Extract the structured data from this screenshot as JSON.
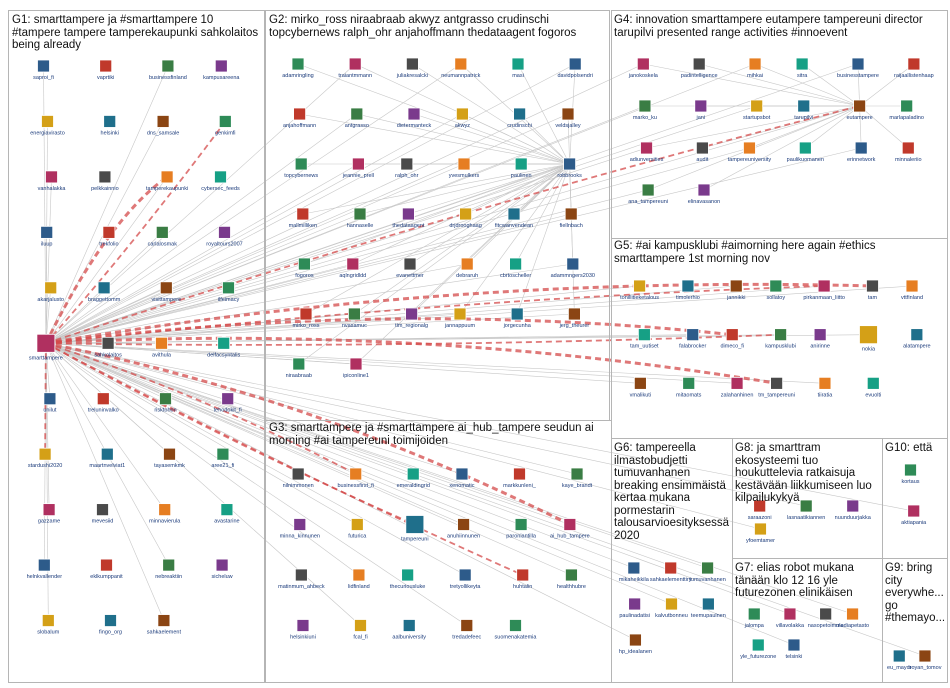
{
  "groups": [
    {
      "id": "G1",
      "title": "G1: smarttampere ja #smarttampere 10 #tampere tampere tamperekaupunki sahkolaitos being already"
    },
    {
      "id": "G2",
      "title": "G2: mirko_ross niraabraab akwyz antgrasso crudinschi topcybernews ralph_ohr anjahoffmann thedataagent fogoros"
    },
    {
      "id": "G3",
      "title": "G3: smarttampere ja #smarttampere ai_hub_tampere seudun ai morning #ai tampereuni toimijoiden"
    },
    {
      "id": "G4",
      "title": "G4: innovation smarttampere eutampere tampereuni director tarupilvi presented range activities #innoevent"
    },
    {
      "id": "G5",
      "title": "G5: #ai kampusklubi #aimorning here again #ethics smarttampere 1st morning nov"
    },
    {
      "id": "G6",
      "title": "G6: tampereella ilmastobudjetti tumuvanhanen breaking ensimmäistä kertaa mukana pormestarin talousarvioesityksessä 2020"
    },
    {
      "id": "G7",
      "title": "G7: elias robot mukana tänään klo 12 16 yle futurezonen elinikäisen"
    },
    {
      "id": "G8",
      "title": "G8: ja smarttram ekosysteemi tuo houkuttelevia ratkaisuja kestävään liikkumiseen luo kilpailukykyä"
    },
    {
      "id": "G9",
      "title": "G9: bring city everywhe... go #themayo..."
    },
    {
      "id": "G10",
      "title": "G10: että"
    }
  ],
  "nodes": {
    "G1": [
      "saproi_fi",
      "vaprtiki",
      "businessfinland",
      "kampusareena",
      "energiavirasto",
      "helsinki",
      "dns_samsale",
      "genkimfi",
      "vanhalakka",
      "pelkkainnio",
      "tamperekaupunki",
      "cybersec_feeds",
      "iluup",
      "trekfolio",
      "carlalosmak",
      "royaltours2007",
      "akarjalusto",
      "braggettomm",
      "visittampere",
      "ilfeimacy",
      "smarttampere",
      "sahkolaitos",
      "avithula",
      "delfacsyntalis",
      "unilut",
      "treluninvalko",
      "risktohon",
      "tehodokit_fi",
      "stardushi2020",
      "maartnvelviat1",
      "tayasemkmk",
      "aree21_fi",
      "gazzame",
      "mevesiid",
      "minnavierula",
      "avastarine",
      "helnkvallender",
      "eklkumppanit",
      "nebreaktiin",
      "sicheluw",
      "slobalum",
      "fingo_org",
      "sahkaelement"
    ],
    "G2": [
      "adamringling",
      "traiantmmann",
      "juliakresalcki",
      "neumannpatrick",
      "masi",
      "davidpolsendri",
      "anjahoffmann",
      "antgrasso",
      "dietermanteck",
      "akwyz",
      "crudinschi",
      "veldsjalley",
      "topcybernews",
      "jeannie_prell",
      "ralph_ohr",
      "yvesmulkers",
      "paulinen",
      "robbrooks",
      "mallmilliken",
      "hannaselle",
      "thedataagent",
      "drjdrooghaag",
      "fitcwanvendean",
      "fiellnbach",
      "fogoros",
      "aqlngridldd",
      "evanettmer",
      "debraruh",
      "cbrtoscheller",
      "adammngers2030",
      "mirko_ross",
      "nvasamuc",
      "tim_regionalg",
      "jannappuum",
      "jorgecunha",
      "jerg_theurer",
      "niraabraab",
      "ipiconline1"
    ],
    "G3": [
      "nilnimmonen",
      "businessfirst_fi",
      "emeraldingrid",
      "xenomatic",
      "markkunleni_",
      "kaye_brandt",
      "minna_kinnunen",
      "futurica",
      "tampereuni",
      "anuhiinnunen",
      "paroniantilla",
      "ai_hub_tampere",
      "matinmum_ahbeck",
      "lidfinland",
      "thecuriousluke",
      "tretyollikeyta",
      "huhtalin",
      "healthhubre",
      "helsinkiuni",
      "fcal_fi",
      "aalbuniversity",
      "tredadefeec",
      "suomenakatemia"
    ],
    "G4": [
      "janokoskela",
      "padintelligence",
      "mihkai",
      "sitra",
      "businesstampere",
      "raijaallistenhaap",
      "marko_ku",
      "jani",
      "startupsbot",
      "tarupilvi",
      "eutampere",
      "marlapaladino",
      "adiunversities",
      "audit",
      "tampereuniversity",
      "paulikuomanen",
      "erinnetwork",
      "minnaleriio",
      "ana_tampereuni",
      "elinavasanon"
    ],
    "G5": [
      "tonillitieketalous",
      "timolerhio",
      "jannikki",
      "sollatoy",
      "pirkanmaan_liitto",
      "tam",
      "vttfinland",
      "tam_uutiset",
      "falabrocker",
      "dimeco_fi",
      "kampusklubi",
      "anirinne",
      "nokia",
      "alatampere",
      "vmalikuti",
      "mitaomats",
      "zalahanhinen",
      "tm_tampereuni",
      "tiiratia",
      "evuolti"
    ],
    "G6": [
      "mikaheikkila",
      "sahkaelementtiry",
      "tumuvanhanen",
      "paulinadatisi",
      "kalvutbonneu",
      "teemupaulnen",
      "hp_idealanen"
    ],
    "G7": [
      "jalompa",
      "villavolakka",
      "nasopetoimula",
      "mediapetasto",
      "yle_futurezone",
      "telsinki"
    ],
    "G8": [
      "saraazoni",
      "lasnaatikiannen",
      "nuunduurjakka",
      "yfoemtamer"
    ],
    "G9": [
      "eu_mayor",
      "boyan_tomov"
    ],
    "G10": [
      "kortaus",
      "aktiapania"
    ]
  }
}
